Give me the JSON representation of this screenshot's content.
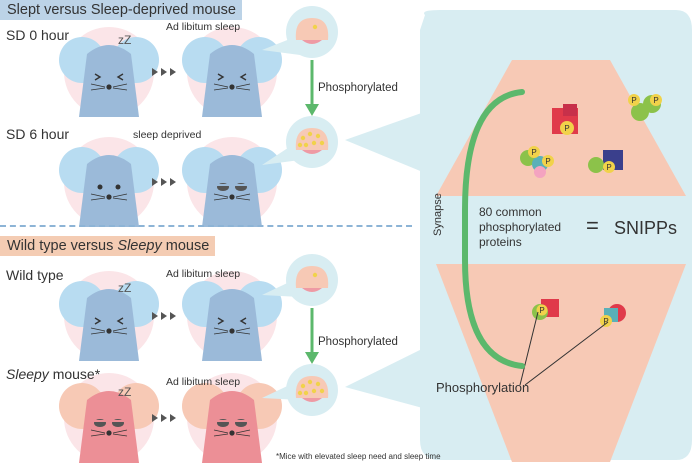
{
  "section1": {
    "header": "Slept versus Sleep-deprived mouse",
    "row1_label": "SD 0 hour",
    "row1_note": "Ad libitum sleep",
    "row2_label": "SD 6 hour",
    "row2_note": "sleep deprived",
    "arrow_label": "Phosphorylated"
  },
  "section2": {
    "header_prefix": "Wild type versus ",
    "header_italic": "Sleepy",
    "header_suffix": " mouse",
    "row1_label": "Wild type",
    "row1_note": "Ad libitum sleep",
    "row2_label_italic": "Sleepy",
    "row2_label_suffix": " mouse*",
    "row2_note": "Ad libitum sleep",
    "arrow_label": "Phosphorylated"
  },
  "synapse": {
    "side_label": "Synapse",
    "center_line1": "80 common",
    "center_line2": "phosphorylated",
    "center_line3": "proteins",
    "equals": "=",
    "result": "SNIPPs",
    "bottom_label": "Phosphorylation",
    "p_letter": "P"
  },
  "snore": "zZ",
  "footnote": "*Mice with elevated sleep need and sleep time",
  "colors": {
    "blue_header": "#bcd3e7",
    "peach_header": "#f4ccb3",
    "synapse_bg": "#d6ecf0",
    "pink_disc": "#fbe5e8",
    "blue_mouse": "#9bbad9",
    "pink_mouse": "#ec8f96",
    "green_arrow": "#5cb86c",
    "dashed_line": "#8db4d6"
  }
}
